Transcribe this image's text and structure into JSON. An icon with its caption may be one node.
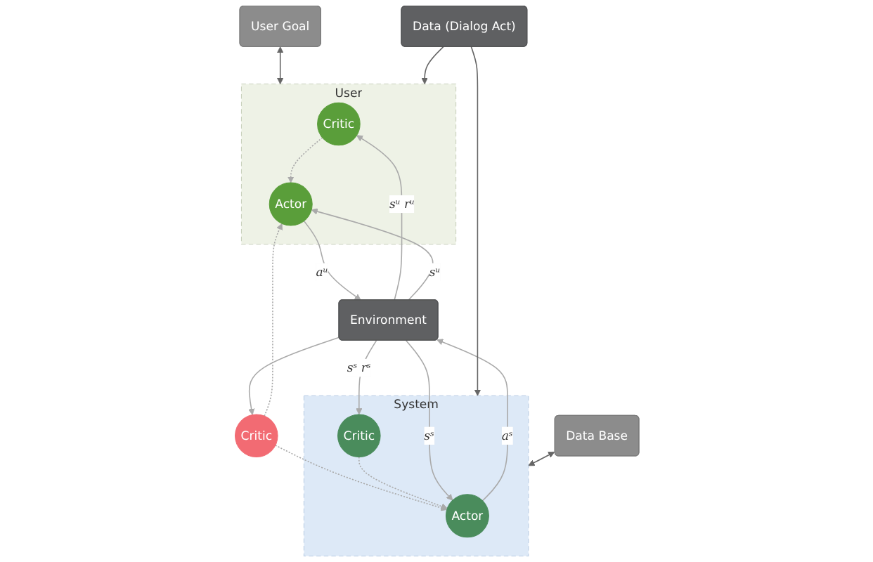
{
  "diagram": {
    "nodes": [
      {
        "text": [
          "User Goal"
        ]
      },
      {
        "text": [
          "Data (Dialog Act)"
        ]
      },
      {
        "text": [
          "Data Base"
        ]
      },
      {
        "text": [
          "Critic"
        ]
      },
      {
        "text": [
          "User"
        ]
      },
      {
        "text": [
          "Critic"
        ],
        "in": 4
      },
      {
        "text": [
          "Actor"
        ],
        "in": 4
      },
      {
        "text": [
          "System"
        ]
      },
      {
        "text": [
          "Actor"
        ],
        "in": 7
      },
      {
        "text": [
          "Critic"
        ],
        "in": 7
      },
      {
        "text": [
          "Environment"
        ]
      }
    ],
    "edges": [
      {
        "from": 0,
        "to": 4,
        "arrow": "both",
        "color": "#666666"
      },
      {
        "from": 1,
        "to": 4,
        "arrow": "to",
        "color": "#666666"
      },
      {
        "from": 1,
        "to": 7,
        "arrow": "to",
        "color": "#666666"
      },
      {
        "from": 2,
        "to": 7,
        "arrow": "both",
        "color": "#666666"
      },
      {
        "from": 3,
        "to": 6,
        "arrow": "to",
        "style": "dashed"
      },
      {
        "from": 3,
        "to": 8,
        "arrow": "to",
        "style": "dashed"
      },
      {
        "from": 5,
        "to": 6,
        "arrow": "to",
        "style": "dashed"
      },
      {
        "from": 9,
        "to": 8,
        "arrow": "to",
        "style": "dashed"
      },
      {
        "from": 6,
        "to": 10,
        "arrow": "to",
        "label": "aᵘ"
      },
      {
        "from": 8,
        "to": 10,
        "arrow": "to",
        "label": "aˢ"
      },
      {
        "from": 10,
        "to": 5,
        "arrow": "to",
        "label": "sᵘ rᵘ"
      },
      {
        "from": 10,
        "to": 6,
        "arrow": "to",
        "label": "sᵘ"
      },
      {
        "from": 10,
        "to": 8,
        "arrow": "to",
        "label": "sˢ"
      },
      {
        "from": 10,
        "to": 9,
        "arrow": "to",
        "label": "sˢ rˢ"
      },
      {
        "from": 10,
        "to": 3,
        "arrow": "to"
      }
    ]
  }
}
